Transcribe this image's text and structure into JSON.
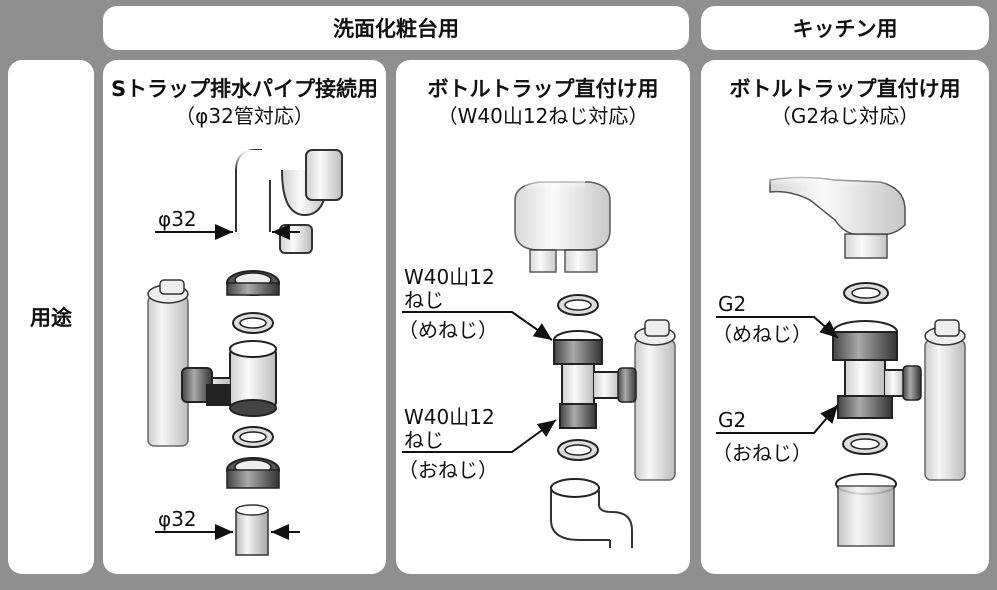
{
  "headers": {
    "washbasin": "洗面化粧台用",
    "kitchen": "キッチン用",
    "usage": "用途"
  },
  "panels": [
    {
      "title": "Sトラップ排水パイプ接続用",
      "subtitle": "（φ32管対応）"
    },
    {
      "title": "ボトルトラップ直付け用",
      "subtitle": "（W40山12ねじ対応）"
    },
    {
      "title": "ボトルトラップ直付け用",
      "subtitle": "（G2ねじ対応）"
    }
  ],
  "labels": {
    "phi_top": "φ32",
    "phi_bottom": "φ32",
    "w40_top_1": "W40山12",
    "w40_top_2": "ねじ",
    "w40_top_3": "（めねじ）",
    "w40_bottom_1": "W40山12",
    "w40_bottom_2": "ねじ",
    "w40_bottom_3": "（おねじ）",
    "g2_top_1": "G2",
    "g2_top_2": "（めねじ）",
    "g2_bottom_1": "G2",
    "g2_bottom_2": "（おねじ）"
  }
}
